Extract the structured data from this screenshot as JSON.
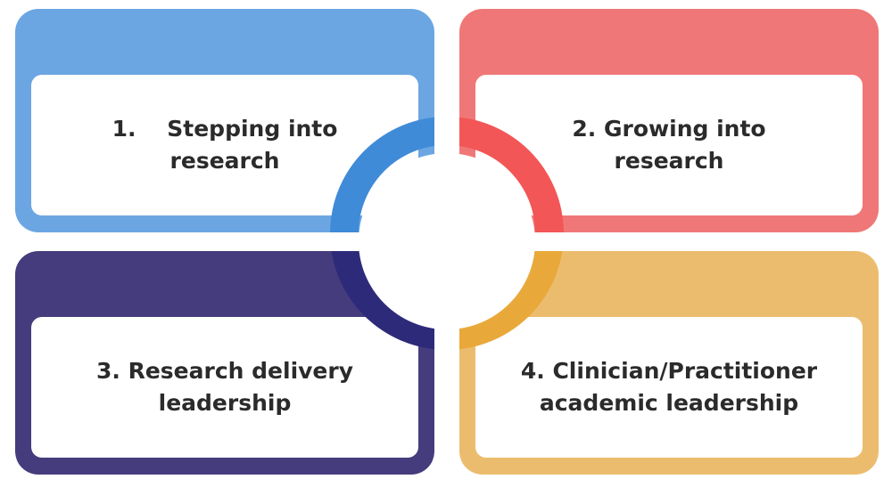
{
  "quadrants": [
    {
      "line1": "1.    Stepping into",
      "line2": "research",
      "color": "#6ba6e3"
    },
    {
      "line1": "2. Growing into",
      "line2": "research",
      "color": "#f07777"
    },
    {
      "line1": "3. Research delivery",
      "line2": "leadership",
      "color": "#453c7d"
    },
    {
      "line1": "4. Clinician/Practitioner",
      "line2": "academic leadership",
      "color": "#ecbc6e"
    }
  ],
  "ring_colors": {
    "top_left": "#3f8bd8",
    "top_right": "#f25656",
    "bottom_left": "#2e2a7a",
    "bottom_right": "#e9a93a"
  }
}
